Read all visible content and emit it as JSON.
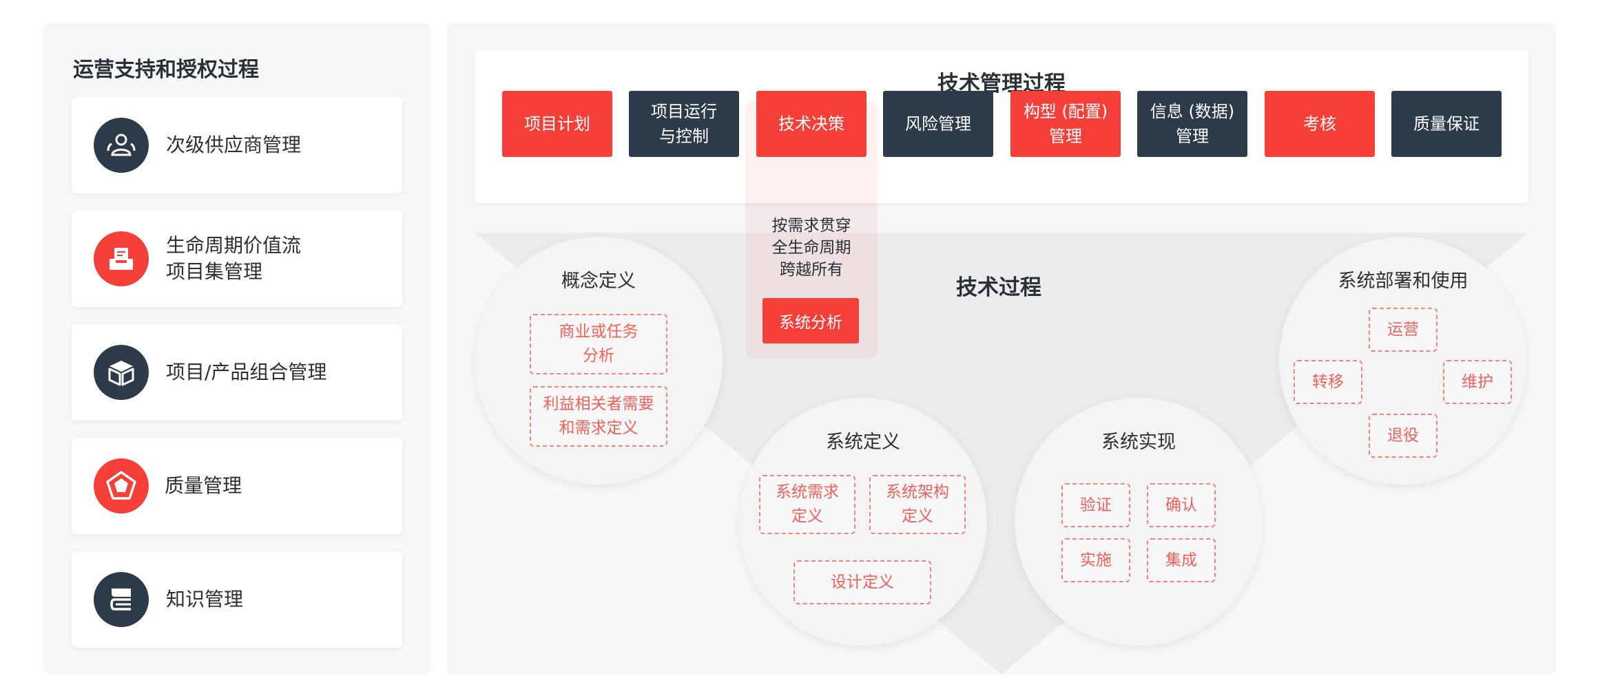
{
  "left": {
    "title": "运营支持和授权过程",
    "items": [
      {
        "label": "次级供应商管理",
        "icon": "people-icon",
        "tone": "dark"
      },
      {
        "label": "生命周期价值流\n项目集管理",
        "icon": "tray-icon",
        "tone": "red"
      },
      {
        "label": "项目/产品组合管理",
        "icon": "box-icon",
        "tone": "dark"
      },
      {
        "label": "质量管理",
        "icon": "pentagon-icon",
        "tone": "red"
      },
      {
        "label": "知识管理",
        "icon": "books-icon",
        "tone": "dark"
      }
    ]
  },
  "management": {
    "title": "技术管理过程",
    "buttons": [
      {
        "label": "项目计划",
        "tone": "red"
      },
      {
        "label": "项目运行\n与控制",
        "tone": "dark"
      },
      {
        "label": "技术决策",
        "tone": "red"
      },
      {
        "label": "风险管理",
        "tone": "dark"
      },
      {
        "label": "构型 (配置)\n管理",
        "tone": "red"
      },
      {
        "label": "信息 (数据)\n管理",
        "tone": "dark"
      },
      {
        "label": "考核",
        "tone": "red"
      },
      {
        "label": "质量保证",
        "tone": "dark"
      }
    ]
  },
  "crosscut": {
    "text": "按需求贯穿\n全生命周期\n跨越所有",
    "button": "系统分析"
  },
  "technical": {
    "title": "技术过程",
    "concept": {
      "title": "概念定义",
      "tags": [
        "商业或任务\n分析",
        "利益相关者需要\n和需求定义"
      ]
    },
    "definition": {
      "title": "系统定义",
      "tags": [
        "系统需求\n定义",
        "系统架构\n定义",
        "设计定义"
      ]
    },
    "realization": {
      "title": "系统实现",
      "tags": [
        "验证",
        "确认",
        "实施",
        "集成"
      ]
    },
    "deployment": {
      "title": "系统部署和使用",
      "tags": [
        "运营",
        "转移",
        "维护",
        "退役"
      ]
    }
  },
  "colors": {
    "accent": "#f5403a",
    "dark": "#2d3a49",
    "tag": "#f0615b"
  }
}
